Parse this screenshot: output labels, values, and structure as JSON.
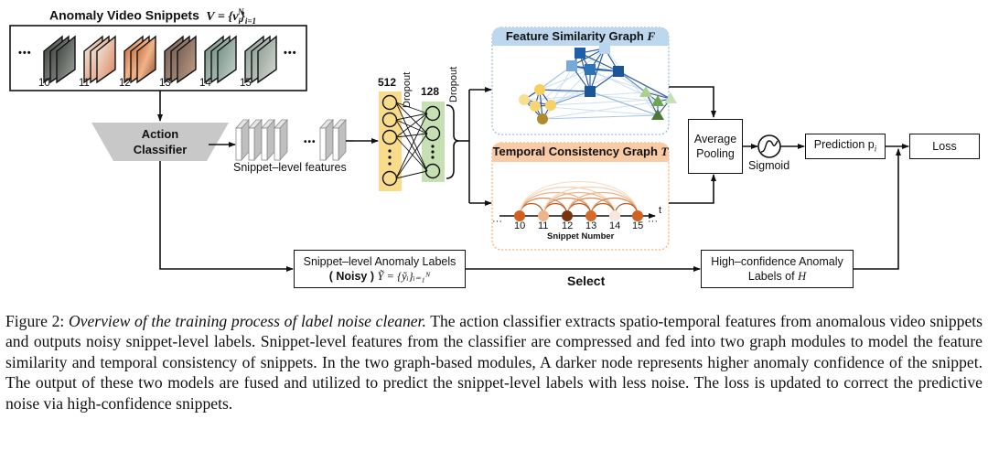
{
  "figure": {
    "video_snippets": {
      "title": "Anomaly Video Snippets",
      "title_math": "V = {vᵢ}ᵢ₌₁ᴺ",
      "ellipsis_left": "•••",
      "ellipsis_right": "•••",
      "snippet_numbers": [
        "10",
        "11",
        "12",
        "13",
        "14",
        "15"
      ]
    },
    "action_classifier": {
      "line1": "Action",
      "line2": "Classifier"
    },
    "features": {
      "label": "Snippet–level features",
      "ellipsis": "•••"
    },
    "mlp": {
      "layer1_size": "512",
      "layer2_size": "128",
      "dropout1": "Dropout",
      "dropout2": "Dropout",
      "layer1_color": "#f8dc8c",
      "layer2_color": "#c6e0b4"
    },
    "feature_graph": {
      "title": "Feature Similarity Graph",
      "symbol": "F",
      "header_color": "#bdd7ee",
      "border_color": "#9dbbdc"
    },
    "temporal_graph": {
      "title": "Temporal Consistency Graph",
      "symbol": "T",
      "header_color": "#f8cba6",
      "border_color": "#f2b27f",
      "axis_label": "t",
      "xlabel": "Snippet Number",
      "ticks": [
        "10",
        "11",
        "12",
        "13",
        "14",
        "15"
      ],
      "ellipsis": "···",
      "node_colors": [
        "#d2601e",
        "#f0b48a",
        "#7a3310",
        "#d8682a",
        "#f7e6da",
        "#d2601e"
      ]
    },
    "average_pooling": {
      "line1": "Average",
      "line2": "Pooling"
    },
    "sigmoid": {
      "label": "Sigmoid"
    },
    "prediction": {
      "label": "Prediction p",
      "subscript": "i"
    },
    "loss": {
      "label": "Loss"
    },
    "noisy_labels": {
      "line1": "Snippet–level Anomaly Labels",
      "noisy": "( Noisy )",
      "math": "Ỹ = {ỹᵢ}ᵢ₌₁ᴺ"
    },
    "select": {
      "label": "Select"
    },
    "high_conf": {
      "line1": "High–confidence Anomaly",
      "line2": "Labels of",
      "symbol": "H"
    }
  },
  "caption": {
    "prefix": "Figure 2: ",
    "title": "Overview of the training process of label noise cleaner.",
    "body": " The action classifier extracts spatio-temporal features from anomalous video snippets and outputs noisy snippet-level labels. Snippet-level features from the classifier are compressed and fed into two graph modules to model the feature similarity and temporal consistency of snippets. In the two graph-based modules, A darker node represents higher anomaly confidence of the snippet. The output of these two models are fused and utilized to predict the snippet-level labels with less noise. The loss is updated to correct the predictive noise via high-confidence snippets."
  }
}
